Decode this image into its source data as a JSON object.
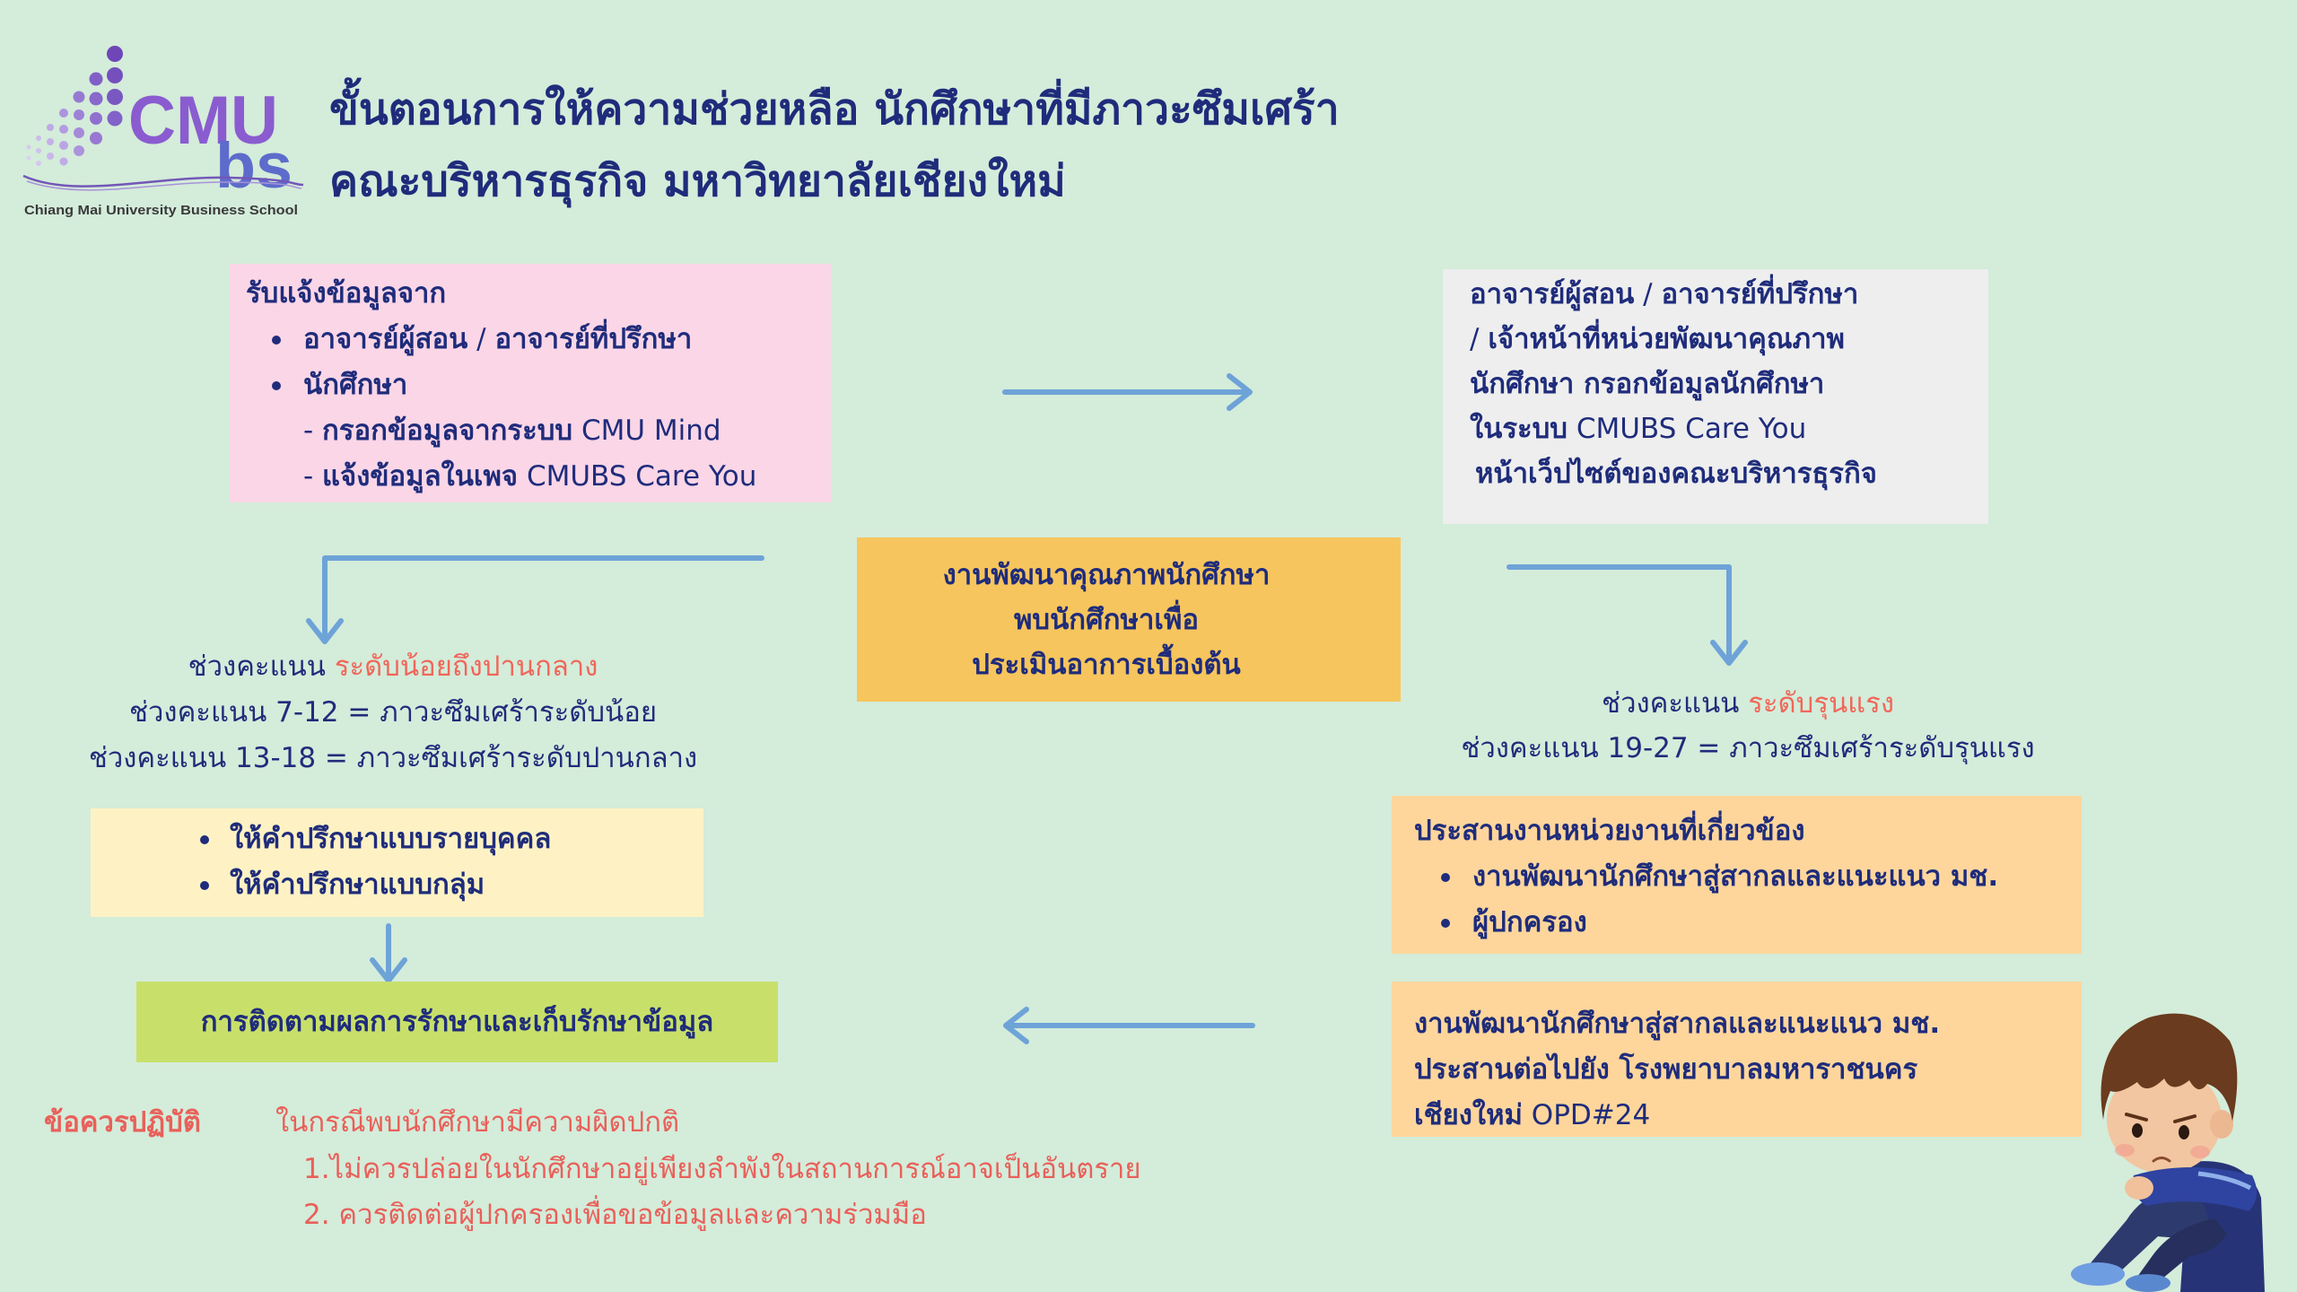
{
  "colors": {
    "background": "#d4ecda",
    "text_navy": "#1f2c7b",
    "accent_red": "#f0675a",
    "note_red": "#e9605a",
    "arrow_blue": "#6ea3d8",
    "intake_box": "#fad6e7",
    "staff_box": "#eeeeee",
    "assessment_box": "#f7c55d",
    "counseling_box": "#fef2c4",
    "follow_up_box": "#c8e06a",
    "coordination_box": "#fed69c",
    "logo_purple": "#8a5ccf",
    "logo_blue": "#5d6ccb"
  },
  "icons": {
    "flow_arrow": "arrow-icon",
    "bullet": "bullet-icon",
    "logo_mark": "logo-dots-icon",
    "illustration": "sad-child-illustration"
  },
  "header": {
    "logo": {
      "wordmark": "CMU",
      "wordmark_suffix": "bs",
      "tagline": "Chiang Mai University Business School"
    },
    "title_lines": [
      "ขั้นตอนการให้ความช่วยหลือ นักศึกษาที่มีภาวะซึมเศร้า",
      "คณะบริหารธุรกิจ มหาวิทยาลัยเชียงใหม่"
    ]
  },
  "intake_box": {
    "heading": "รับแจ้งข้อมูลจาก",
    "bullets": [
      [
        "อาจารย์ผู้สอน",
        " / ",
        "อาจารย์ที่ปรึกษา"
      ],
      [
        "นักศึกษา"
      ]
    ],
    "sub_items": [
      [
        "- ",
        "กรอกข้อมูลจากระบบ",
        " CMU Mind"
      ],
      [
        "- ",
        "แจ้งข้อมูลในเพจ",
        " CMUBS Care You"
      ]
    ]
  },
  "staff_box": {
    "lines": [
      [
        "อาจารย์ผู้สอน",
        " / ",
        "อาจารย์ที่ปรึกษา"
      ],
      [
        "/ ",
        "เจ้าหน้าที่หน่วยพัฒนาคุณภาพ"
      ],
      [
        "นักศึกษา กรอกข้อมูลนักศึกษา"
      ],
      [
        "ในระบบ",
        " CMUBS Care You"
      ],
      [
        "หน้าเว็ปไซต์ของคณะบริหารธุรกิจ"
      ]
    ]
  },
  "assessment_box": {
    "lines": [
      "งานพัฒนาคุณภาพนักศึกษา",
      "พบนักศึกษาเพื่อ",
      "ประเมินอาการเบื้องต้น"
    ]
  },
  "mild_moderate": {
    "label": "ช่วงคะแนน",
    "level": "ระดับน้อยถึงปานกลาง",
    "ranges": [
      "ช่วงคะแนน 7-12 = ภาวะซึมเศร้าระดับน้อย",
      "ช่วงคะแนน 13-18 = ภาวะซึมเศร้าระดับปานกลาง"
    ]
  },
  "severe": {
    "label": "ช่วงคะแนน",
    "level": "ระดับรุนแรง",
    "ranges": [
      "ช่วงคะแนน 19-27 = ภาวะซึมเศร้าระดับรุนแรง"
    ]
  },
  "counseling_box": {
    "bullets": [
      "ให้คำปรึกษาแบบรายบุคคล",
      "ให้คำปรึกษาแบบกลุ่ม"
    ]
  },
  "follow_up_box": {
    "text": "การติดตามผลการรักษาและเก็บรักษาข้อมูล"
  },
  "coordination_box": {
    "heading": "ประสานงานหน่วยงานที่เกี่ยวข้อง",
    "bullets": [
      "งานพัฒนานักศึกษาสู่สากลและแนะแนว มช.",
      "ผู้ปกครอง"
    ]
  },
  "referral_box": {
    "lines": [
      [
        "งานพัฒนานักศึกษาสู่สากลและแนะแนว มช."
      ],
      [
        "ประสานต่อไปยัง โรงพยาบาลมหาราชนคร"
      ],
      [
        "เชียงใหม่",
        " OPD#24"
      ]
    ]
  },
  "guidelines": {
    "heading": "ข้อควรปฏิบัติ",
    "condition": "ในกรณีพบนักศึกษามีความผิดปกติ",
    "items": [
      "1.ไม่ควรปล่อยในนักศึกษาอยู่เพียงลำพังในสถานการณ์อาจเป็นอันตราย",
      "2. ควรติดต่อผู้ปกครองเพื่อขอข้อมูลและความร่วมมือ"
    ]
  }
}
